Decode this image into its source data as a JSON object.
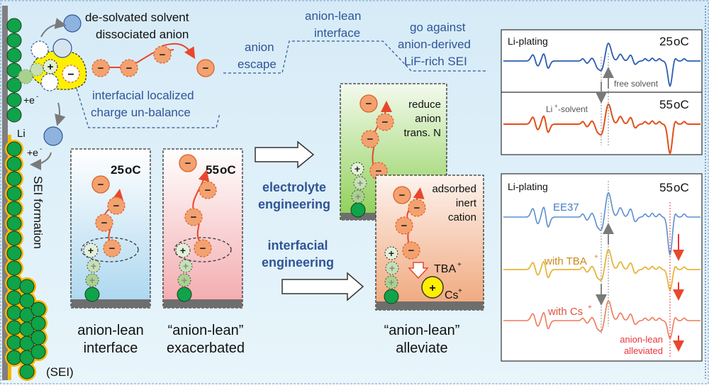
{
  "colors": {
    "background_top": "#d8ecf7",
    "background_bottom": "#e6f4fa",
    "annotation_blue": "#2f5597",
    "li_green": "#0fa34a",
    "sei_yellow": "#f5b800",
    "anion_orange": "#f4a170",
    "anion_stroke": "#d9652a",
    "arrow_red": "#e8472c",
    "spectrum_blue": "#2a5db0",
    "spectrum_orange": "#e0501a",
    "spectrum_ee37": "#5b8fd0",
    "spectrum_tba": "#e8b53a",
    "spectrum_cs": "#ef7a5a",
    "alleviated_red": "#e8363c",
    "cs_yellow": "#ffee00"
  },
  "left_mechanism": {
    "desolvated_solvent": "de-solvated solvent",
    "dissociated_anion": "dissociated anion",
    "charge_line1": "interfacial localized",
    "charge_line2": "charge un-balance",
    "electron_top": "+e",
    "electron_superscript": "-",
    "li_label": "Li",
    "electron_bottom": "+e",
    "sei_formation": "SEI formation",
    "sei_label": "(SEI)",
    "plus_symbol": "+",
    "minus_symbol": "−"
  },
  "flow_annotations": {
    "anion_escape_line1": "anion",
    "anion_escape_line2": "escape",
    "anion_lean_line1": "anion-lean",
    "anion_lean_line2": "interface",
    "go_against_line1": "go against",
    "go_against_line2": "anion-derived",
    "go_against_line3": "LiF-rich SEI"
  },
  "panels": {
    "panel_25": {
      "temp": "25",
      "unit": "oC",
      "caption_line1": "anion-lean",
      "caption_line2": "interface"
    },
    "panel_55": {
      "temp": "55",
      "unit": "oC",
      "caption_line1": "“anion-lean”",
      "caption_line2": "exacerbated"
    },
    "electrolyte": {
      "label_line1": "electrolyte",
      "label_line2": "engineering",
      "note_line1": "reduce",
      "note_line2": "anion",
      "note_line3": "trans. N"
    },
    "interfacial": {
      "label_line1": "interfacial",
      "label_line2": "engineering",
      "note_line1": "adsorbed",
      "note_line2": "inert",
      "note_line3": "cation",
      "tba": "TBA",
      "cs": "Cs",
      "superscript_plus": "+"
    },
    "alleviate_caption_line1": "“anion-lean”",
    "alleviate_caption_line2": "alleviate"
  },
  "spectra_top": {
    "title": "Li-plating",
    "temp_25": "25",
    "temp_55": "55",
    "unit": "oC",
    "free_solvent": "free solvent",
    "li_solvent": "Li",
    "li_solvent_sup": "+",
    "li_solvent_rest": "-solvent"
  },
  "spectra_bottom": {
    "title": "Li-plating",
    "temp": "55",
    "unit": "oC",
    "ee37": "EE37",
    "with_tba": "with TBA",
    "with_cs": "with Cs",
    "sup_plus": "+",
    "alleviated_line1": "anion-lean",
    "alleviated_line2": "alleviated"
  }
}
